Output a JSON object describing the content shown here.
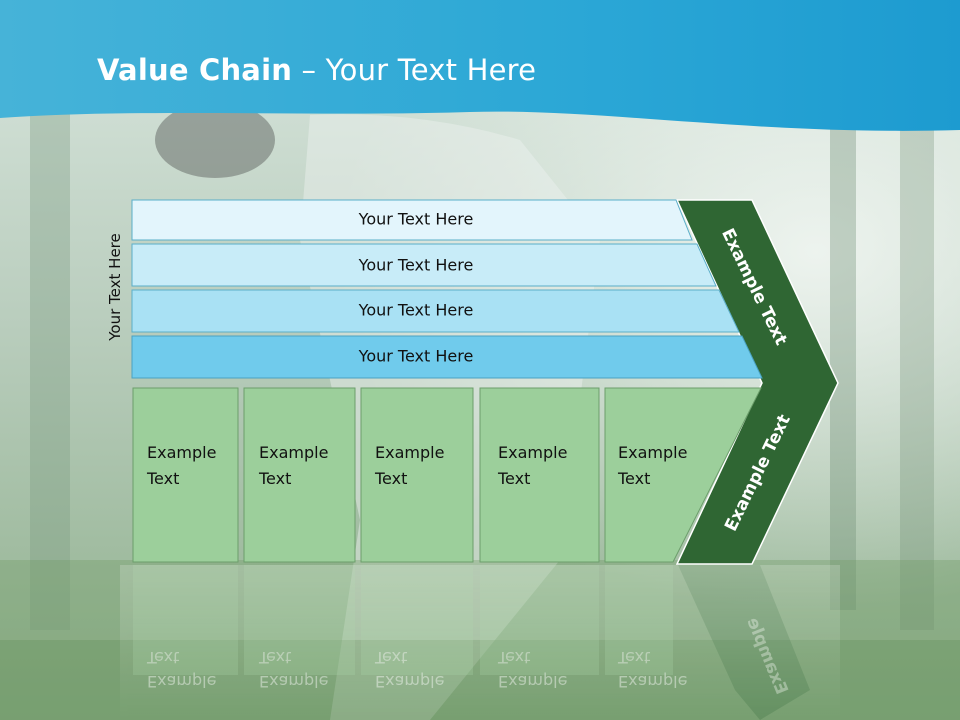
{
  "title": {
    "bold": "Value Chain",
    "rest": " – Your Text Here"
  },
  "side_label": "Your Text Here",
  "rows": [
    {
      "label": "Your Text Here",
      "color": "#e3f5fc"
    },
    {
      "label": "Your Text Here",
      "color": "#c8ecf8"
    },
    {
      "label": "Your Text Here",
      "color": "#a9e1f4"
    },
    {
      "label": "Your Text Here",
      "color": "#70cbec"
    }
  ],
  "columns": [
    {
      "line1": "Example",
      "line2": "Text"
    },
    {
      "line1": "Example",
      "line2": "Text"
    },
    {
      "line1": "Example",
      "line2": "Text"
    },
    {
      "line1": "Example",
      "line2": "Text"
    },
    {
      "line1": "Example",
      "line2": "Text"
    }
  ],
  "chevron": {
    "upper_label": "Example Text",
    "lower_label": "Example Text",
    "color": "#2f6633"
  },
  "colors": {
    "header_blue": "#2aa6d6",
    "column_green": "#9ccf9b",
    "background_green": "#9fb89d"
  }
}
